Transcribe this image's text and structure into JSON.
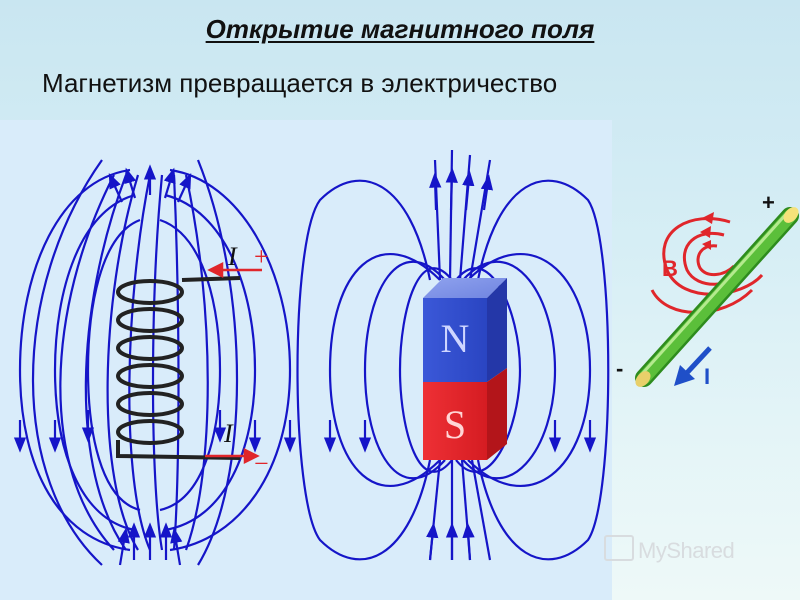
{
  "title": "Открытие магнитного поля",
  "subtitle": "Магнетизм превращается в электричество",
  "coil": {
    "current_label_top": "I",
    "sign_top": "+",
    "current_label_bottom": "I",
    "sign_bottom": "−"
  },
  "magnet": {
    "north_label": "N",
    "south_label": "S",
    "north_color": "#2f4fd0",
    "south_color": "#e0262b"
  },
  "wire": {
    "plus_label": "+",
    "minus_label": "-",
    "field_label": "B",
    "current_label": "I",
    "field_color": "#e0262b",
    "current_color": "#1f4fc8",
    "wire_color": "#5bbf3a"
  },
  "field_line_color": "#1515c8",
  "watermark": "MyShared"
}
